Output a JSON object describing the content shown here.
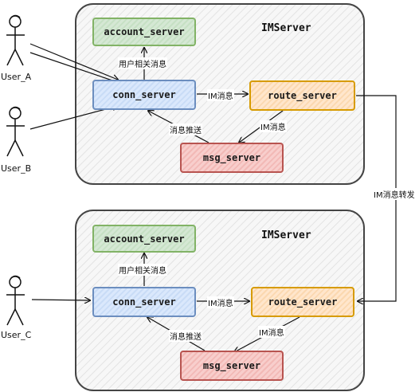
{
  "clusters": [
    {
      "title": "IMServer",
      "account_server": "account_server",
      "conn_server": "conn_server",
      "route_server": "route_server",
      "msg_server": "msg_server",
      "edge_user_related": "用户相关消息",
      "edge_im_msg_conn_route": "IM消息",
      "edge_im_msg_route_msg": "IM消息",
      "edge_msg_push": "消息推送"
    },
    {
      "title": "IMServer",
      "account_server": "account_server",
      "conn_server": "conn_server",
      "route_server": "route_server",
      "msg_server": "msg_server",
      "edge_user_related": "用户相关消息",
      "edge_im_msg_conn_route": "IM消息",
      "edge_im_msg_route_msg": "IM消息",
      "edge_msg_push": "消息推送"
    }
  ],
  "users": [
    "User_A",
    "User_B",
    "User_C"
  ],
  "edge_im_forward": "IM消息转发"
}
